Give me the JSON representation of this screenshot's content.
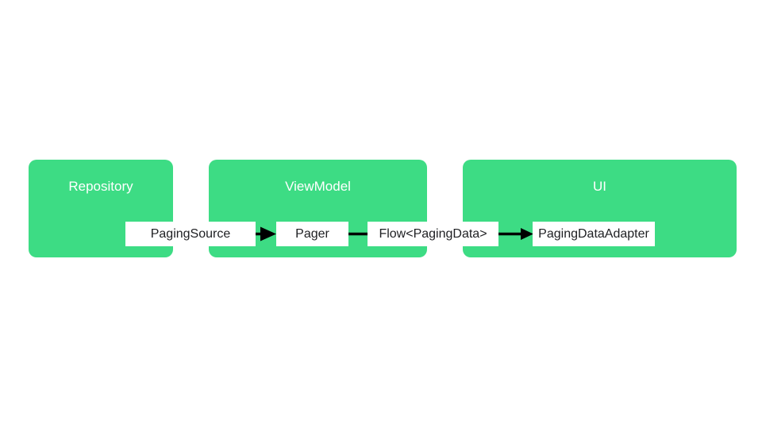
{
  "colors": {
    "background": "#ffffff",
    "layer_fill": "#3ddc84",
    "layer_title_text": "#ffffff",
    "node_fill": "#ffffff",
    "node_text": "#202124",
    "connector": "#000000"
  },
  "layers": [
    {
      "title": "Repository"
    },
    {
      "title": "ViewModel"
    },
    {
      "title": "UI"
    }
  ],
  "nodes": [
    {
      "label": "PagingSource"
    },
    {
      "label": "Pager"
    },
    {
      "label": "Flow<PagingData>"
    },
    {
      "label": "PagingDataAdapter"
    }
  ],
  "connectors": [
    {
      "from": "PagingSource",
      "to": "Pager",
      "style": "arrow"
    },
    {
      "from": "Pager",
      "to": "Flow<PagingData>",
      "style": "line"
    },
    {
      "from": "Flow<PagingData>",
      "to": "PagingDataAdapter",
      "style": "arrow"
    }
  ]
}
